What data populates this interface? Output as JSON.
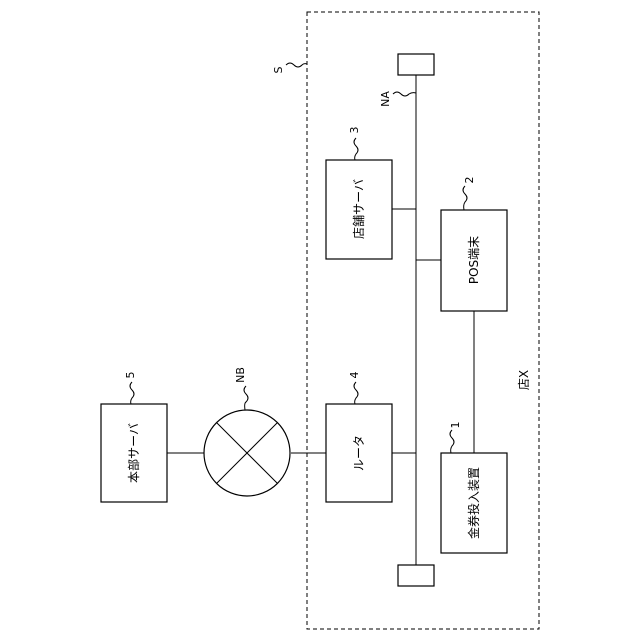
{
  "labels": {
    "honbu_server": "本部サーバ",
    "router": "ルータ",
    "store_server": "店舗サーバ",
    "pos": "POS端末",
    "cash_device": "金券投入装置",
    "store": "店X"
  },
  "refs": {
    "s": "S",
    "na": "NA",
    "nb": "NB",
    "r1": "1",
    "r2": "2",
    "r3": "3",
    "r4": "4",
    "r5": "5"
  }
}
